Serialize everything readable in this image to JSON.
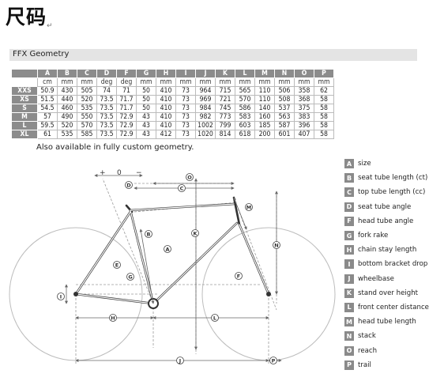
{
  "heading": {
    "title": "尺码",
    "mark": "↵"
  },
  "section": {
    "title": "FFX Geometry"
  },
  "table": {
    "columns": [
      "A",
      "B",
      "C",
      "D",
      "F",
      "G",
      "H",
      "I",
      "J",
      "K",
      "L",
      "M",
      "N",
      "O",
      "P"
    ],
    "units": [
      "cm",
      "mm",
      "mm",
      "deg",
      "deg",
      "mm",
      "mm",
      "mm",
      "mm",
      "mm",
      "mm",
      "mm",
      "mm",
      "mm",
      "mm"
    ],
    "rows": [
      {
        "size": "XXS",
        "values": [
          "50.9",
          "430",
          "505",
          "74",
          "71",
          "50",
          "410",
          "73",
          "964",
          "715",
          "565",
          "110",
          "506",
          "358",
          "62"
        ]
      },
      {
        "size": "XS",
        "values": [
          "51.5",
          "440",
          "520",
          "73.5",
          "71.7",
          "50",
          "410",
          "73",
          "969",
          "721",
          "570",
          "110",
          "508",
          "368",
          "58"
        ]
      },
      {
        "size": "S",
        "values": [
          "54.5",
          "460",
          "535",
          "73.5",
          "71.7",
          "50",
          "410",
          "73",
          "984",
          "745",
          "586",
          "140",
          "537",
          "375",
          "58"
        ]
      },
      {
        "size": "M",
        "values": [
          "57",
          "490",
          "550",
          "73.5",
          "72.9",
          "43",
          "410",
          "73",
          "982",
          "773",
          "583",
          "160",
          "563",
          "383",
          "58"
        ]
      },
      {
        "size": "L",
        "values": [
          "59.5",
          "520",
          "570",
          "73.5",
          "72.9",
          "43",
          "410",
          "73",
          "1002",
          "799",
          "603",
          "185",
          "587",
          "396",
          "58"
        ]
      },
      {
        "size": "XL",
        "values": [
          "61",
          "535",
          "585",
          "73.5",
          "72.9",
          "43",
          "412",
          "73",
          "1020",
          "814",
          "618",
          "200",
          "601",
          "407",
          "58"
        ]
      }
    ]
  },
  "note": "Also available in fully custom geometry.",
  "diagram": {
    "labels": {
      "A": "A",
      "B": "B",
      "C": "C",
      "D": "D",
      "F": "F",
      "G": "G",
      "H": "H",
      "I": "I",
      "J": "J",
      "K": "K",
      "L": "L",
      "M": "M",
      "N": "N",
      "O": "O",
      "P": "P"
    },
    "offset_plus": "+",
    "offset_zero": "0",
    "offset_minus": "−"
  },
  "legend": [
    {
      "key": "A",
      "label": "size"
    },
    {
      "key": "B",
      "label": "seat tube length (ct)"
    },
    {
      "key": "C",
      "label": "top tube length (cc)"
    },
    {
      "key": "D",
      "label": "seat tube angle"
    },
    {
      "key": "F",
      "label": "head tube angle"
    },
    {
      "key": "G",
      "label": "fork rake"
    },
    {
      "key": "H",
      "label": "chain stay length"
    },
    {
      "key": "I",
      "label": "bottom bracket drop"
    },
    {
      "key": "J",
      "label": "wheelbase"
    },
    {
      "key": "K",
      "label": "stand over height"
    },
    {
      "key": "L",
      "label": "front center distance"
    },
    {
      "key": "M",
      "label": "head tube length"
    },
    {
      "key": "N",
      "label": "stack"
    },
    {
      "key": "O",
      "label": "reach"
    },
    {
      "key": "P",
      "label": "trail"
    }
  ]
}
